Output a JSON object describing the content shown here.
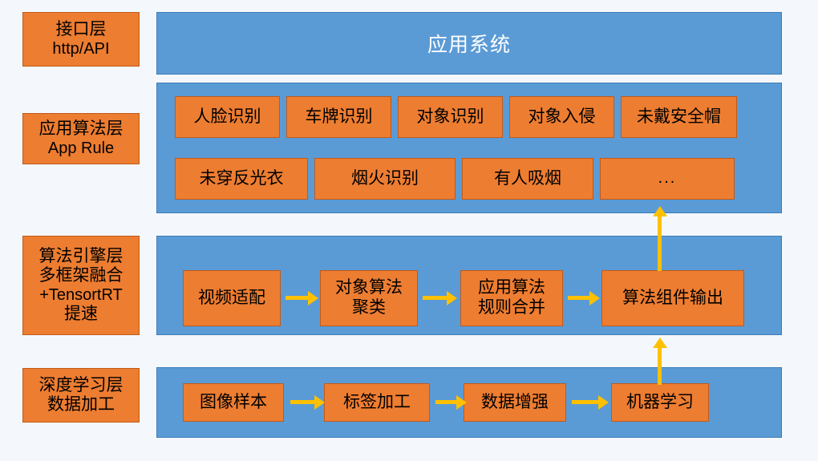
{
  "canvas": {
    "background": "#f4f8fc",
    "band_color": "#5B9BD5",
    "box_color": "#ED7D31",
    "arrow_color": "#FFC000",
    "band_text_color": "#FFFFFF",
    "box_text_color": "#000000"
  },
  "layer_labels": [
    {
      "id": "interface",
      "line1": "接口层",
      "line2": "http/API"
    },
    {
      "id": "apprule",
      "line1": "应用算法层",
      "line2": "App Rule"
    },
    {
      "id": "engine",
      "line1": "算法引擎层",
      "line2": "多框架融合",
      "line3": "+TensortRT",
      "line4": "提速"
    },
    {
      "id": "deep",
      "line1": "深度学习层",
      "line2": "数据加工"
    }
  ],
  "bands": {
    "application": {
      "title": "应用系统"
    },
    "app_rule": {
      "row1": [
        "人脸识别",
        "车牌识别",
        "对象识别",
        "对象入侵",
        "未戴安全帽"
      ],
      "row2": [
        "未穿反光衣",
        "烟火识别",
        "有人吸烟",
        "..."
      ]
    },
    "engine": {
      "nodes": [
        {
          "line1": "视频适配"
        },
        {
          "line1": "对象算法",
          "line2": "聚类"
        },
        {
          "line1": "应用算法",
          "line2": "规则合并"
        },
        {
          "line1": "算法组件输出"
        }
      ]
    },
    "deep_learning": {
      "nodes": [
        "图像样本",
        "标签加工",
        "数据增强",
        "机器学习"
      ]
    }
  },
  "arrows": {
    "engine_flow": [
      "视频适配→对象算法聚类",
      "对象算法聚类→应用算法规则合并",
      "应用算法规则合并→算法组件输出"
    ],
    "deep_flow": [
      "图像样本→标签加工",
      "标签加工→数据增强",
      "数据增强→机器学习"
    ],
    "vertical": [
      "算法组件输出→应用算法层",
      "机器学习→算法组件输出"
    ]
  }
}
